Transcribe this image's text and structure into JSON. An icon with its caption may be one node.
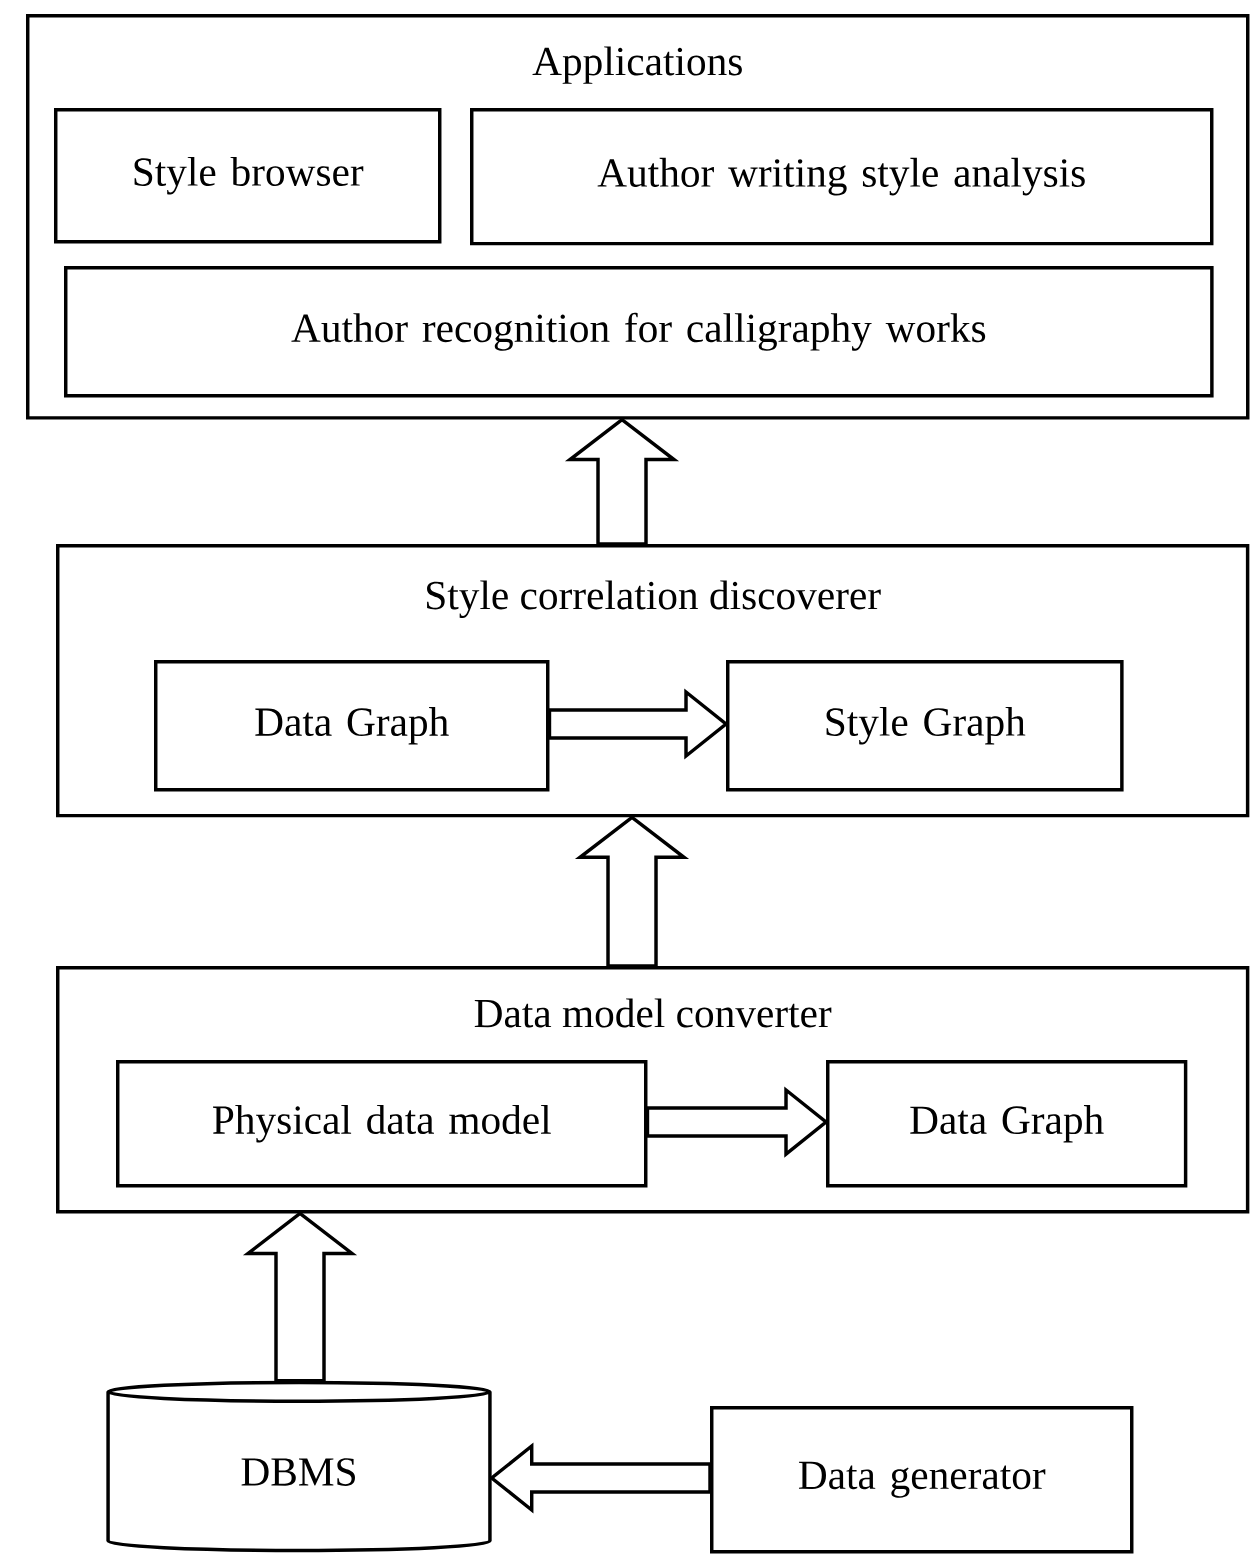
{
  "diagram": {
    "nodes": [
      {
        "text": [
          "Applications"
        ]
      },
      {
        "text": [
          "Style browser"
        ],
        "in": 0
      },
      {
        "text": [
          "Author writing style analysis"
        ],
        "in": 0
      },
      {
        "text": [
          "Author recognition for calligraphy works"
        ],
        "in": 0
      },
      {
        "text": [
          "Style correlation discoverer"
        ]
      },
      {
        "text": [
          "Data Graph"
        ],
        "in": 4
      },
      {
        "text": [
          "Style Graph"
        ],
        "in": 4
      },
      {
        "text": [
          "Data model converter"
        ]
      },
      {
        "text": [
          "Physical data model"
        ],
        "in": 7
      },
      {
        "text": [
          "Data Graph"
        ],
        "in": 7
      },
      {
        "text": [
          "DBMS"
        ]
      },
      {
        "text": [
          "Data generator"
        ]
      }
    ],
    "edges": [
      {
        "from": 4,
        "to": 0,
        "arrow": "to"
      },
      {
        "from": 5,
        "to": 6,
        "arrow": "to"
      },
      {
        "from": 7,
        "to": 4,
        "arrow": "to"
      },
      {
        "from": 8,
        "to": 9,
        "arrow": "to"
      },
      {
        "from": 10,
        "to": 7,
        "arrow": "to"
      },
      {
        "from": 11,
        "to": 10,
        "arrow": "to"
      }
    ]
  }
}
